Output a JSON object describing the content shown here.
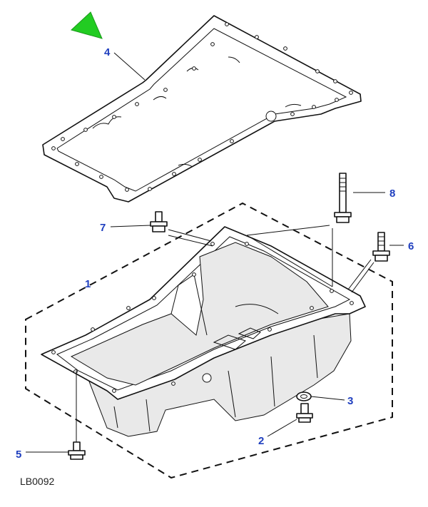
{
  "drawing_ref": "LB0092",
  "colors": {
    "callout": "#1f3fbf",
    "view_arrow": "#22cc22",
    "line": "#111111"
  },
  "view_indicator": "green-arrow-icon",
  "callouts": [
    {
      "id": "1",
      "label": "1",
      "part": "oil-pan"
    },
    {
      "id": "2",
      "label": "2",
      "part": "drain-plug"
    },
    {
      "id": "3",
      "label": "3",
      "part": "drain-plug-washer"
    },
    {
      "id": "4",
      "label": "4",
      "part": "oil-pan-gasket"
    },
    {
      "id": "5",
      "label": "5",
      "part": "short-bolt"
    },
    {
      "id": "6",
      "label": "6",
      "part": "medium-bolt"
    },
    {
      "id": "7",
      "label": "7",
      "part": "flange-bolt"
    },
    {
      "id": "8",
      "label": "8",
      "part": "long-bolt"
    }
  ]
}
